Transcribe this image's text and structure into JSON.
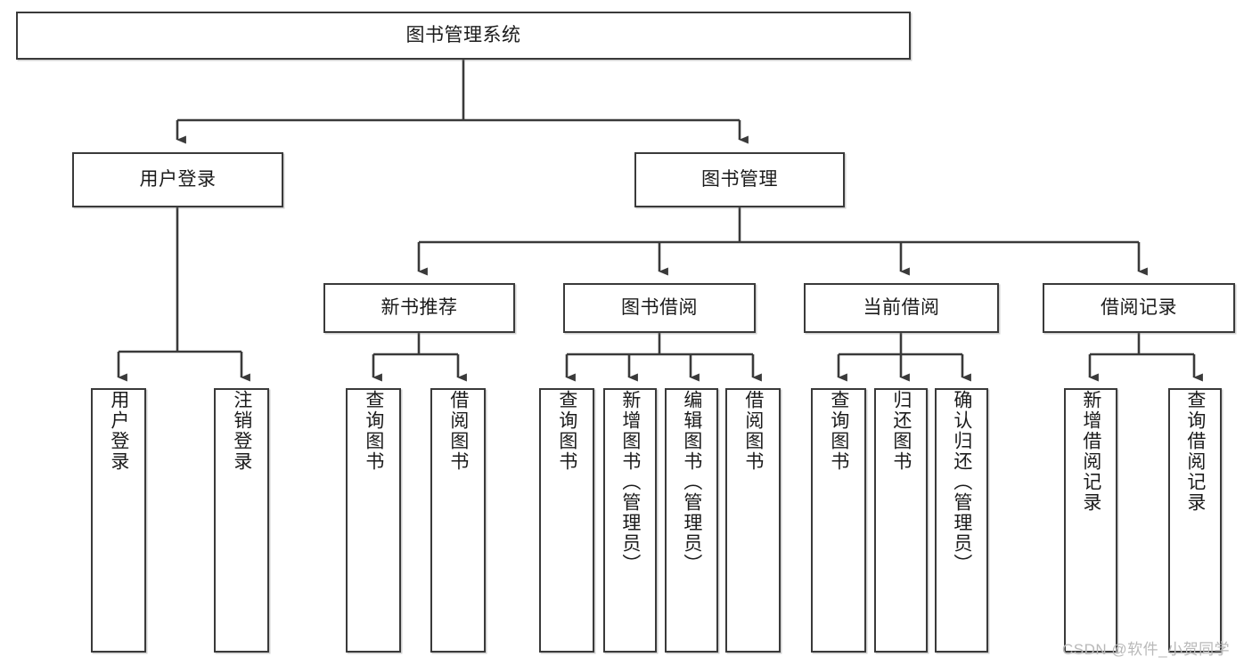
{
  "diagram": {
    "title": "图书管理系统",
    "type": "tree-hierarchy-diagram",
    "orientation": "top-down",
    "root": {
      "label": "图书管理系统"
    },
    "level2": [
      {
        "label": "用户登录"
      },
      {
        "label": "图书管理"
      }
    ],
    "level3": [
      {
        "label": "新书推荐"
      },
      {
        "label": "图书借阅"
      },
      {
        "label": "当前借阅"
      },
      {
        "label": "借阅记录"
      }
    ],
    "leaves": {
      "user_login": [
        {
          "label": "用户登录"
        },
        {
          "label": "注销登录"
        }
      ],
      "new_book_recommend": [
        {
          "label": "查询图书"
        },
        {
          "label": "借阅图书"
        }
      ],
      "book_borrow": [
        {
          "label": "查询图书"
        },
        {
          "label": "新增图书（管理员）"
        },
        {
          "label": "编辑图书（管理员）"
        },
        {
          "label": "借阅图书"
        }
      ],
      "current_borrow": [
        {
          "label": "查询图书"
        },
        {
          "label": "归还图书"
        },
        {
          "label": "确认归还（管理员）"
        }
      ],
      "borrow_record": [
        {
          "label": "新增借阅记录"
        },
        {
          "label": "查询借阅记录"
        }
      ]
    }
  },
  "watermark": {
    "text": "CSDN @软件_小贺同学"
  },
  "colors": {
    "stroke": "#3a3a3a",
    "box_fill": "#ffffff",
    "text": "#1b1b1b",
    "watermark": "#b9b9b9",
    "page_bg": "#ffffff"
  }
}
